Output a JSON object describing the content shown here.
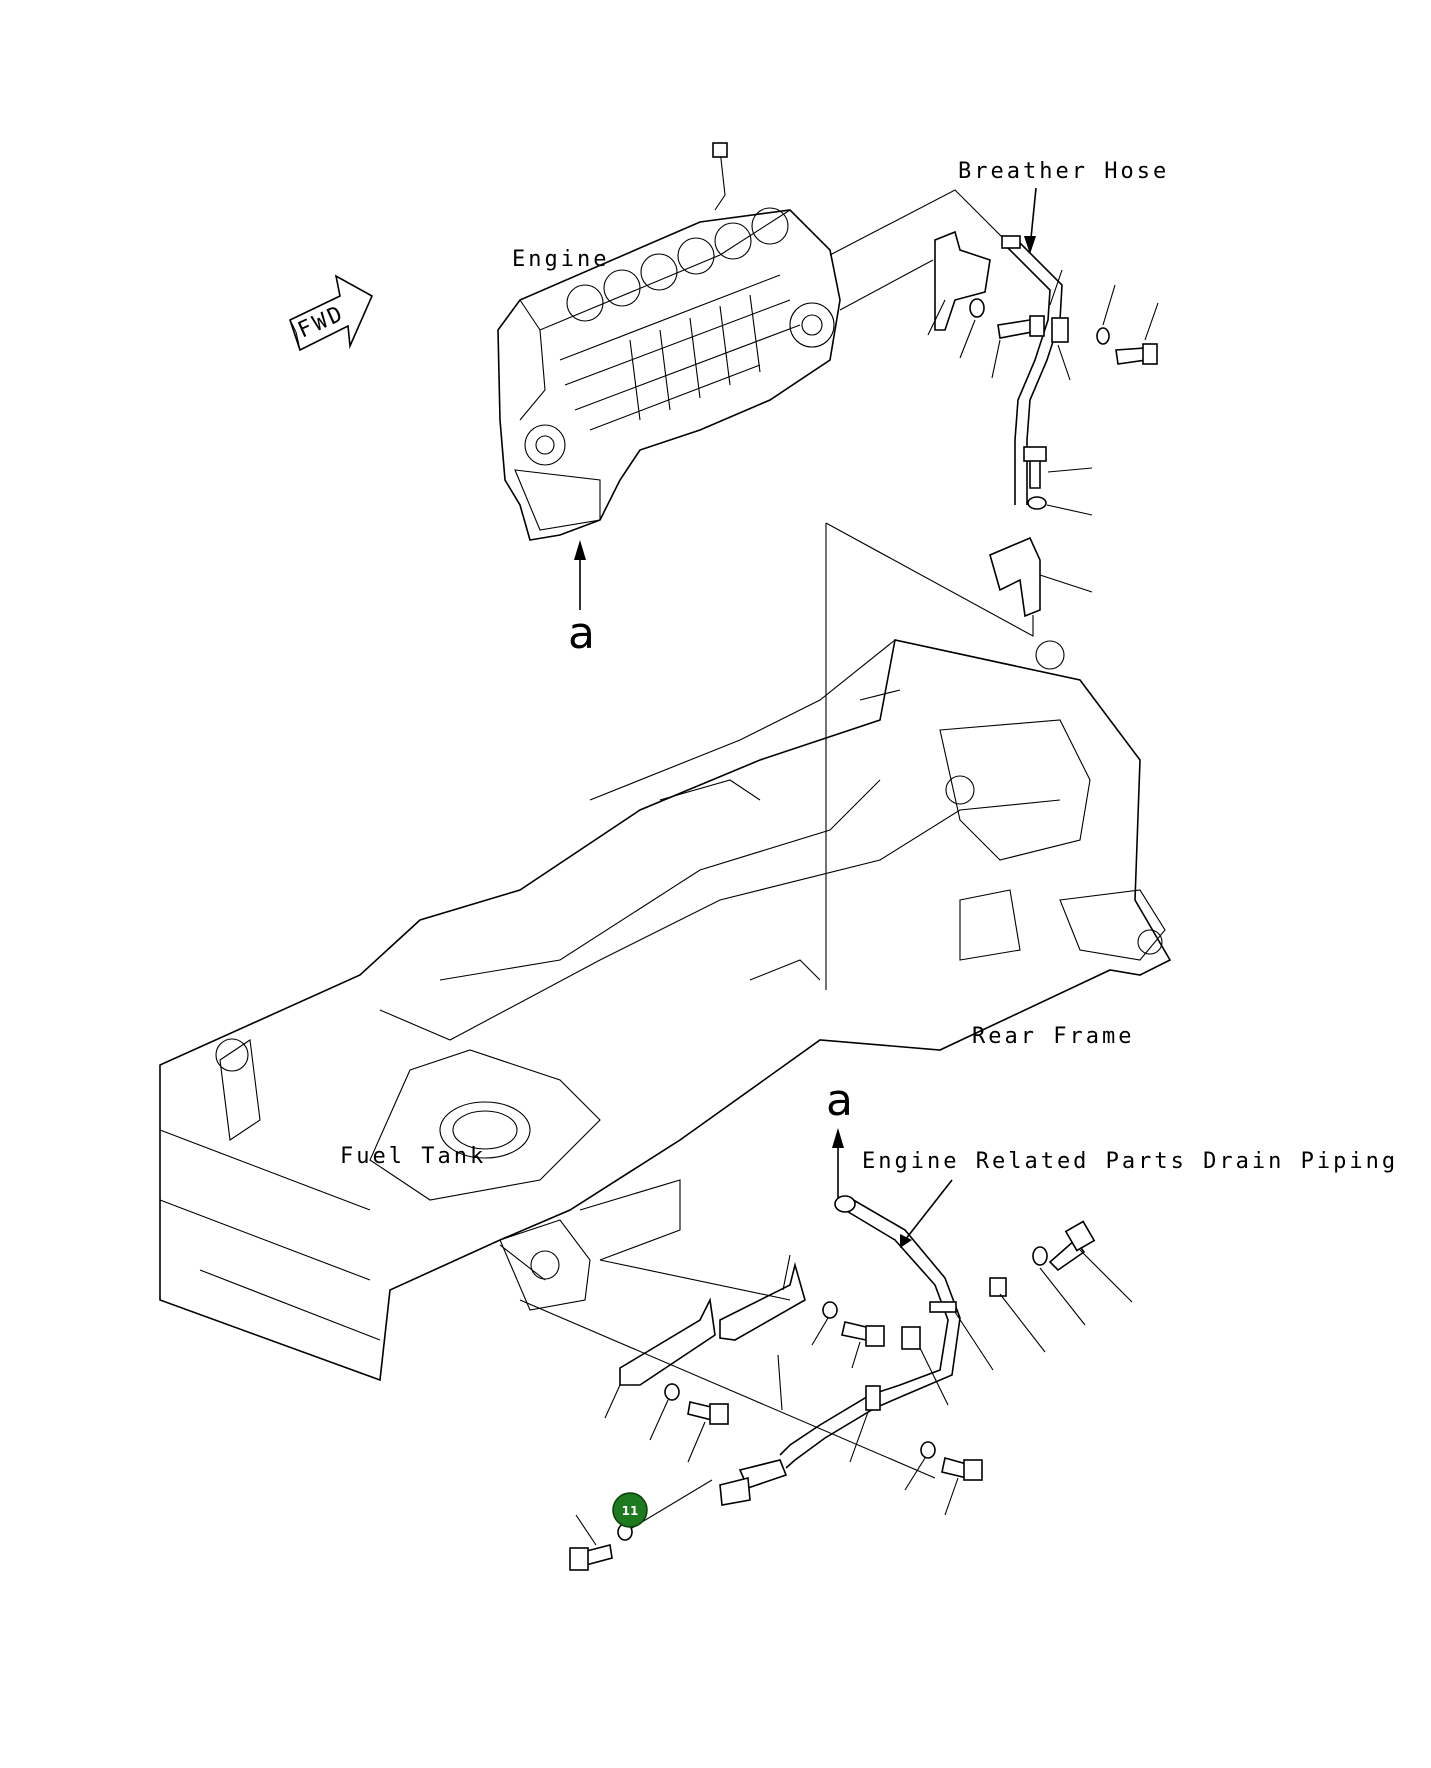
{
  "labels": {
    "breather_hose": "Breather Hose",
    "engine": "Engine",
    "fwd": "FWD",
    "ref_a_top": "a",
    "ref_a_bottom": "a",
    "rear_frame": "Rear Frame",
    "fuel_tank": "Fuel Tank",
    "drain_piping": "Engine Related Parts Drain Piping"
  },
  "callout": {
    "number": "11",
    "color": "#1e7a1e"
  }
}
